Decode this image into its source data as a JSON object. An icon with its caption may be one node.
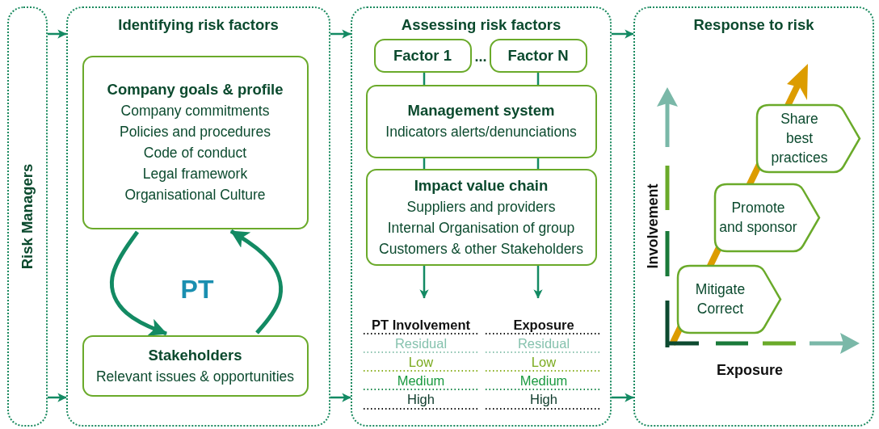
{
  "diagram": {
    "nodes": [
      {
        "text": [
          "Risk Managers"
        ]
      },
      {
        "text": [
          "Identifying risk factors"
        ]
      },
      {
        "text": [
          "Company goals & profile",
          "Company commitments",
          "Policies and procedures",
          "Code of conduct",
          "Legal framework",
          "Organisational Culture"
        ],
        "in": 1
      },
      {
        "text": [
          "Stakeholders",
          "Relevant issues & opportunities"
        ],
        "in": 1
      },
      {
        "text": [
          "Assessing risk factors"
        ]
      },
      {
        "text": [
          "Factor 1"
        ],
        "in": 4
      },
      {
        "text": [
          "Factor N"
        ],
        "in": 4
      },
      {
        "text": [
          "Management system",
          "Indicators alerts/denunciations"
        ],
        "in": 4
      },
      {
        "text": [
          "Impact value chain",
          "Suppliers and providers",
          "Internal Organisation of group",
          "Customers & other Stakeholders"
        ],
        "in": 4
      },
      {
        "text": [
          "Response to risk"
        ]
      },
      {
        "text": [
          "Mitigate Correct"
        ],
        "in": 9
      },
      {
        "text": [
          "Promote and sponsor"
        ],
        "in": 9
      },
      {
        "text": [
          "Share best practices"
        ],
        "in": 9
      }
    ],
    "edges": [
      {
        "from": 0,
        "to": 1,
        "arrow": "to"
      },
      {
        "from": 0,
        "to": 1,
        "arrow": "to"
      },
      {
        "from": 1,
        "to": 4,
        "arrow": "to"
      },
      {
        "from": 1,
        "to": 4,
        "arrow": "to"
      },
      {
        "from": 4,
        "to": 9,
        "arrow": "to"
      },
      {
        "from": 4,
        "to": 9,
        "arrow": "to"
      },
      {
        "from": 2,
        "to": 3,
        "arrow": "to",
        "style": "thick"
      },
      {
        "from": 3,
        "to": 2,
        "arrow": "to",
        "style": "thick"
      },
      {
        "from": 5,
        "to": 7,
        "arrow": "none"
      },
      {
        "from": 6,
        "to": 7,
        "arrow": "none"
      },
      {
        "from": 7,
        "to": 8,
        "arrow": "none"
      },
      {
        "from": 7,
        "to": 8,
        "arrow": "none"
      },
      {
        "from": 8,
        "to": null,
        "arrow": "to"
      },
      {
        "from": 8,
        "to": null,
        "arrow": "to"
      }
    ],
    "labels": [
      "...",
      "PT",
      "PT Involvement",
      "Exposure",
      "Residual",
      "Residual",
      "Low",
      "Low",
      "Medium",
      "Medium",
      "High",
      "High",
      "Involvement",
      "Exposure"
    ]
  }
}
